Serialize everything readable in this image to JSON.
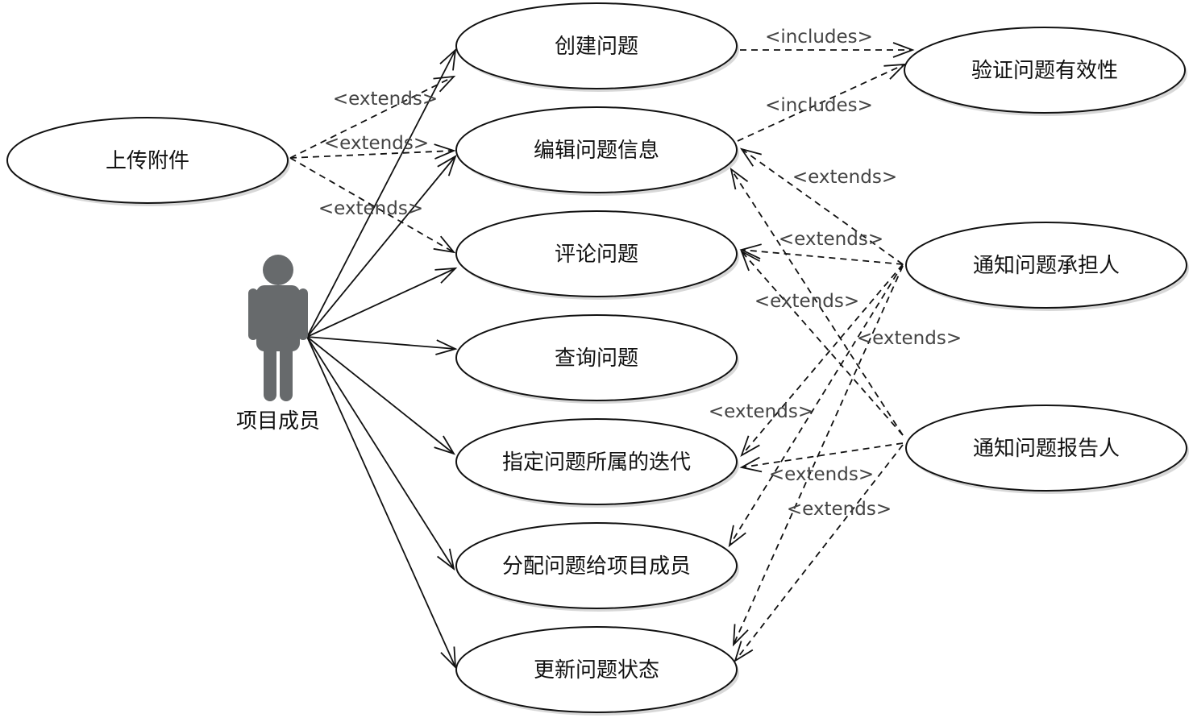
{
  "actor": {
    "label": "项目成员",
    "icon": "person-icon",
    "color": "#676a6c"
  },
  "usecases": [
    {
      "id": "create",
      "label": "创建问题"
    },
    {
      "id": "edit",
      "label": "编辑问题信息"
    },
    {
      "id": "comment",
      "label": "评论问题"
    },
    {
      "id": "query",
      "label": "查询问题"
    },
    {
      "id": "iteration",
      "label": "指定问题所属的迭代"
    },
    {
      "id": "assign",
      "label": "分配问题给项目成员"
    },
    {
      "id": "status",
      "label": "更新问题状态"
    },
    {
      "id": "upload",
      "label": "上传附件"
    },
    {
      "id": "validate",
      "label": "验证问题有效性"
    },
    {
      "id": "notify_assignee",
      "label": "通知问题承担人"
    },
    {
      "id": "notify_reporter",
      "label": "通知问题报告人"
    }
  ],
  "associations": [
    "create",
    "edit",
    "comment",
    "query",
    "iteration",
    "assign",
    "status"
  ],
  "relations": [
    {
      "from": "create",
      "to": "validate",
      "label": "<includes>"
    },
    {
      "from": "edit",
      "to": "validate",
      "label": "<includes>"
    },
    {
      "from": "upload",
      "to": "create",
      "label": "<extends>"
    },
    {
      "from": "upload",
      "to": "edit",
      "label": "<extends>"
    },
    {
      "from": "upload",
      "to": "comment",
      "label": "<extends>"
    },
    {
      "from": "notify_assignee",
      "to": "edit",
      "label": "<extends>"
    },
    {
      "from": "notify_assignee",
      "to": "comment",
      "label": "<extends>"
    },
    {
      "from": "notify_assignee",
      "to": "iteration",
      "label": "<extends>"
    },
    {
      "from": "notify_assignee",
      "to": "assign",
      "label": "<extends>"
    },
    {
      "from": "notify_reporter",
      "to": "edit",
      "label": "<extends>"
    },
    {
      "from": "notify_reporter",
      "to": "comment",
      "label": "<extends>"
    },
    {
      "from": "notify_reporter",
      "to": "iteration",
      "label": "<extends>"
    },
    {
      "from": "notify_reporter",
      "to": "status",
      "label": "<extends>"
    },
    {
      "from": "notify_assignee",
      "to": "status",
      "label": "<extends>"
    }
  ]
}
